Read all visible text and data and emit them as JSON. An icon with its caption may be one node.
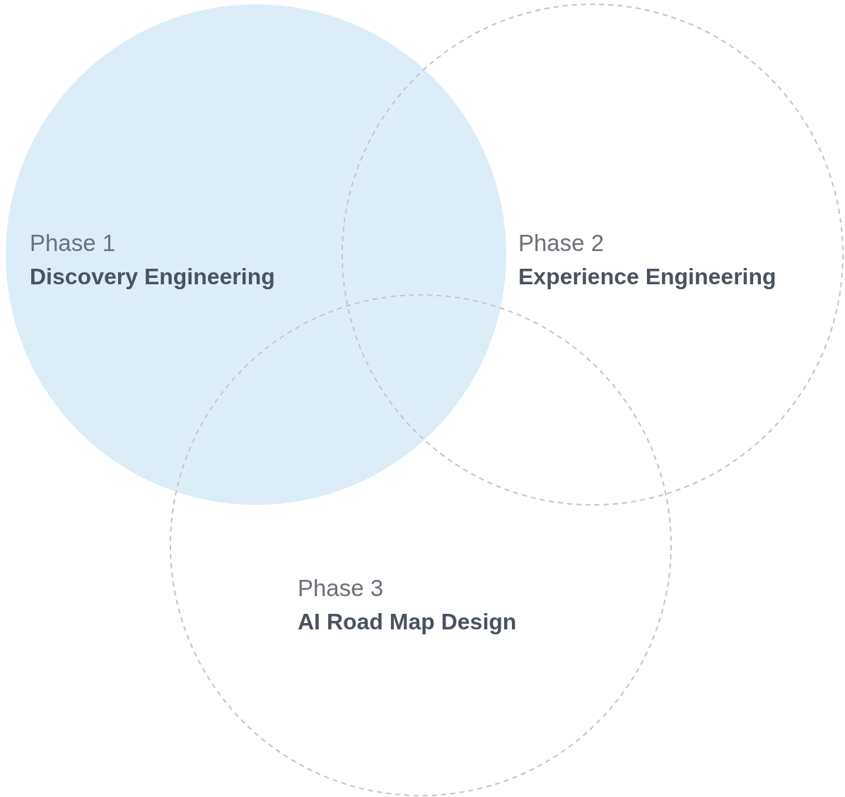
{
  "diagram": {
    "nodes": [
      {
        "text": [
          "Phase 1",
          "Discovery Engineering"
        ]
      },
      {
        "text": [
          "Phase 2",
          "Experience Engineering"
        ]
      },
      {
        "text": [
          "Phase 3",
          "AI Road Map Design"
        ]
      }
    ]
  }
}
